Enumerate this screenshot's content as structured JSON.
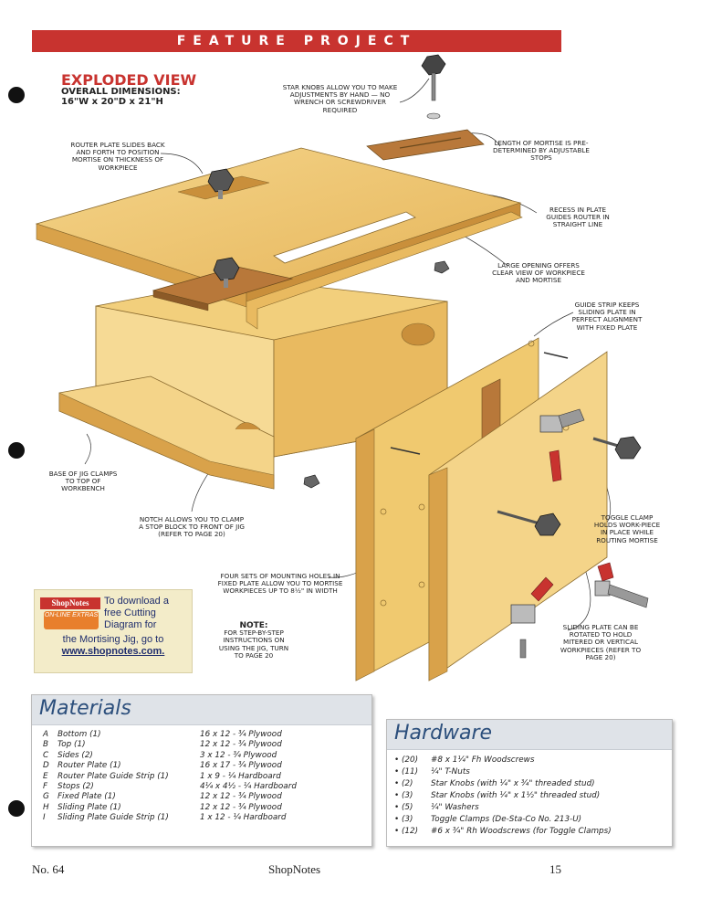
{
  "banner": "FEATURE PROJECT",
  "exploded_view": {
    "title": "EXPLODED VIEW",
    "dims_label": "OVERALL DIMENSIONS:",
    "dims_value": "16\"W x 20\"D x 21\"H"
  },
  "callouts": {
    "star_knobs": "STAR KNOBS ALLOW YOU TO MAKE ADJUSTMENTS BY HAND — NO WRENCH OR SCREWDRIVER REQUIRED",
    "router_plate": "ROUTER PLATE SLIDES BACK AND FORTH TO POSITION MORTISE ON THICKNESS OF WORKPIECE",
    "length_mortise": "LENGTH OF MORTISE IS PRE-DETERMINED BY ADJUSTABLE STOPS",
    "recess": "RECESS IN PLATE GUIDES ROUTER IN STRAIGHT LINE",
    "large_opening": "LARGE OPENING OFFERS CLEAR VIEW OF WORKPIECE AND MORTISE",
    "guide_strip": "GUIDE STRIP KEEPS SLIDING PLATE IN PERFECT ALIGNMENT WITH FIXED PLATE",
    "base": "BASE OF JIG CLAMPS TO TOP OF WORKBENCH",
    "notch": "NOTCH ALLOWS YOU TO CLAMP A STOP BLOCK TO FRONT OF JIG (REFER TO PAGE 20)",
    "toggle": "TOGGLE CLAMP HOLDS WORK-PIECE IN PLACE WHILE ROUTING MORTISE",
    "four_sets": "FOUR SETS OF MOUNTING HOLES IN FIXED PLATE ALLOW YOU TO MORTISE WORKPIECES UP TO 8½\" IN WIDTH",
    "note_title": "NOTE:",
    "note_body": "FOR STEP-BY-STEP INSTRUCTIONS ON USING THE JIG, TURN TO PAGE 20",
    "sliding_plate": "SLIDING PLATE CAN BE ROTATED TO HOLD MITERED OR VERTICAL WORKPIECES (REFER TO PAGE 20)"
  },
  "shopnotes_box": {
    "logo": "ShopNotes",
    "badge": "ON-LINE EXTRAS",
    "text_a": "To download a free Cutting Diagram for",
    "text_b": "the Mortising Jig, go to",
    "url": "www.shopnotes.com."
  },
  "materials": {
    "title": "Materials",
    "items": [
      {
        "letter": "A",
        "name": "Bottom (1)",
        "spec": "16 x 12 - ¾ Plywood"
      },
      {
        "letter": "B",
        "name": "Top (1)",
        "spec": "12 x 12 - ¾ Plywood"
      },
      {
        "letter": "C",
        "name": "Sides (2)",
        "spec": "3 x 12 - ¾ Plywood"
      },
      {
        "letter": "D",
        "name": "Router Plate (1)",
        "spec": "16 x 17 - ¾ Plywood"
      },
      {
        "letter": "E",
        "name": "Router Plate Guide Strip (1)",
        "spec": "1 x 9 - ¼ Hardboard"
      },
      {
        "letter": "F",
        "name": "Stops (2)",
        "spec": "4¼ x 4½ - ¼ Hardboard"
      },
      {
        "letter": "G",
        "name": "Fixed Plate (1)",
        "spec": "12 x 12 - ¾ Plywood"
      },
      {
        "letter": "H",
        "name": "Sliding Plate (1)",
        "spec": "12 x 12 - ¾ Plywood"
      },
      {
        "letter": "I",
        "name": "Sliding Plate Guide Strip (1)",
        "spec": "1 x 12 - ¼ Hardboard"
      }
    ]
  },
  "hardware": {
    "title": "Hardware",
    "items": [
      {
        "qty": "(20)",
        "desc": "#8 x 1¼\" Fh Woodscrews"
      },
      {
        "qty": "(11)",
        "desc": "¼\" T-Nuts"
      },
      {
        "qty": "(2)",
        "desc": "Star Knobs (with ¼\" x ¾\" threaded stud)"
      },
      {
        "qty": "(3)",
        "desc": "Star Knobs (with ¼\" x 1½\" threaded stud)"
      },
      {
        "qty": "(5)",
        "desc": "¼\" Washers"
      },
      {
        "qty": "(3)",
        "desc": "Toggle Clamps (De-Sta-Co No. 213-U)"
      },
      {
        "qty": "(12)",
        "desc": "#6 x ¾\" Rh Woodscrews (for Toggle Clamps)"
      }
    ]
  },
  "footer": {
    "issue": "No. 64",
    "magazine": "ShopNotes",
    "page": "15"
  },
  "colors": {
    "banner": "#c8332f",
    "wood_light": "#f2cf7c",
    "wood_mid": "#e8b659",
    "wood_dark": "#c98f3b",
    "hardboard": "#b8783a",
    "panel_title": "#2c4f7c"
  }
}
